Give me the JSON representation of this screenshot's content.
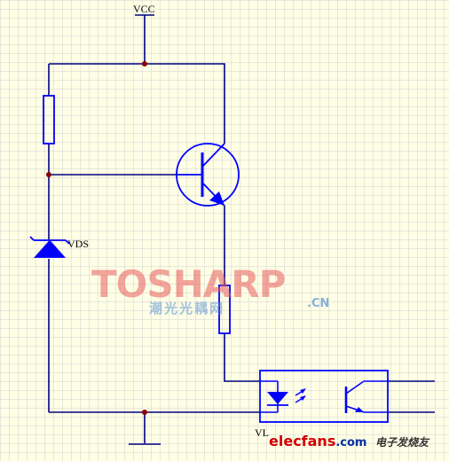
{
  "labels": {
    "vcc": "VCC",
    "vds": "VDS",
    "vl": "VL"
  },
  "watermark": {
    "logo": "TOSHARP",
    "domain": ".CN",
    "chinese": "潮光光耦网"
  },
  "footer": {
    "site": "elecfans",
    "dotcom": ".com",
    "tagline": "电子发烧友"
  },
  "colors": {
    "background": "#ffffe6",
    "grid": "#d2d2d2",
    "wire": "#00007f",
    "component": "#0000ff",
    "junction": "#8b0000",
    "watermark_red": "#e85c5c",
    "watermark_blue": "#5b8fd6",
    "footer_red": "#d00000",
    "footer_blue": "#0030a0"
  }
}
